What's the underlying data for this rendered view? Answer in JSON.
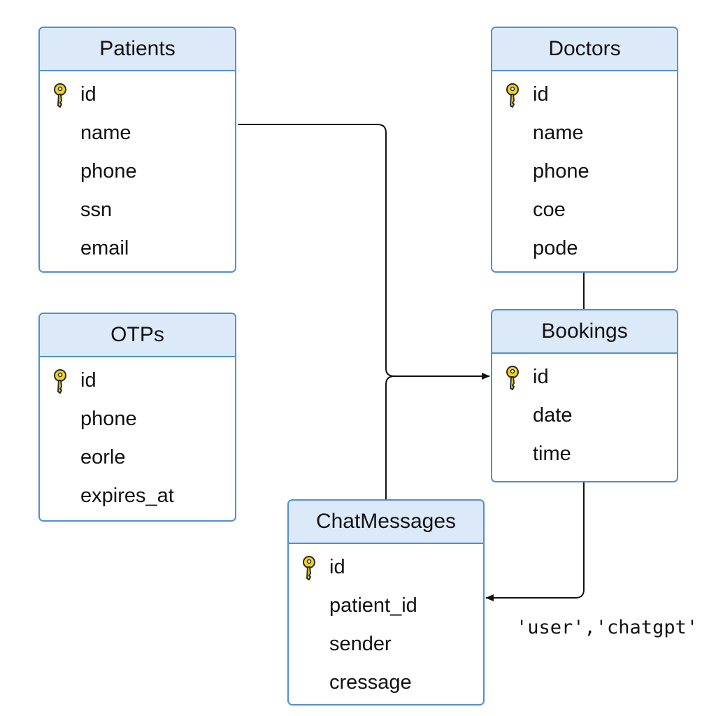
{
  "entities": {
    "patients": {
      "name": "Patients",
      "fields": [
        "id",
        "name",
        "phone",
        "ssn",
        "email"
      ]
    },
    "doctors": {
      "name": "Doctors",
      "fields": [
        "id",
        "name",
        "phone",
        "coe",
        "pode"
      ]
    },
    "otps": {
      "name": "OTPs",
      "fields": [
        "id",
        "phone",
        "eorle",
        "expires_at"
      ]
    },
    "bookings": {
      "name": "Bookings",
      "fields": [
        "id",
        "date",
        "time"
      ]
    },
    "chat_messages": {
      "name": "ChatMessages",
      "fields": [
        "id",
        "patient_id",
        "sender",
        "cressage"
      ]
    }
  },
  "annotations": {
    "sender_values": "'user','chatgpt'"
  },
  "icons": {
    "primary_key": "key-icon"
  },
  "colors": {
    "border": "#4f8fd6",
    "header_fill": "#dce9f9",
    "key_fill": "#f3d21a",
    "line": "#111111"
  }
}
